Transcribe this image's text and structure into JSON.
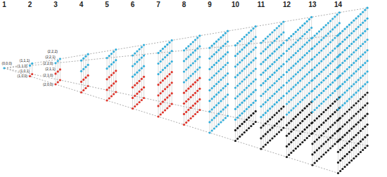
{
  "diagram": {
    "labels": [
      "1",
      "2",
      "3",
      "4",
      "5",
      "6",
      "7",
      "8",
      "9",
      "10",
      "11",
      "12",
      "13",
      "14",
      "(0,0,0)",
      "(1,1,0)",
      "(1,0,0)",
      "(1,1,1)",
      "(1,0,1)",
      "(2,2,0)",
      "(2,2,1)",
      "(2,2,2)",
      "(2,1,0)",
      "(2,1,1)",
      "(2,0,0)"
    ]
  }
}
